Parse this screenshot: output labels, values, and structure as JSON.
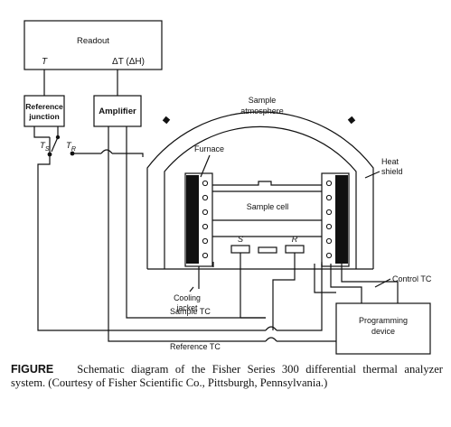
{
  "blocks": {
    "readout": "Readout",
    "readout_t": "T",
    "readout_dt": "ΔT (ΔH)",
    "reference_junction_line1": "Reference",
    "reference_junction_line2": "junction",
    "amplifier": "Amplifier",
    "programming_device_line1": "Programming",
    "programming_device_line2": "device"
  },
  "thermocouples": {
    "ts": "TS",
    "tr": "TR"
  },
  "labels": {
    "sample_atmosphere_line1": "Sample",
    "sample_atmosphere_line2": "atmosphere",
    "furnace": "Furnace",
    "heat_shield_line1": "Heat",
    "heat_shield_line2": "shield",
    "sample_cell": "Sample cell",
    "s": "S",
    "r": "R",
    "cooling_jacket_line1": "Cooling",
    "cooling_jacket_line2": "jacket",
    "control_tc": "Control TC",
    "sample_tc": "Sample TC",
    "reference_tc": "Reference TC"
  },
  "caption": {
    "figure": "FIGURE",
    "text": "Schematic diagram of the Fisher Series 300 differential thermal analyzer system. (Courtesy of Fisher Scientific Co., Pittsburgh, Pennsylvania.)"
  },
  "colors": {
    "ink": "#111111",
    "background": "#ffffff"
  }
}
